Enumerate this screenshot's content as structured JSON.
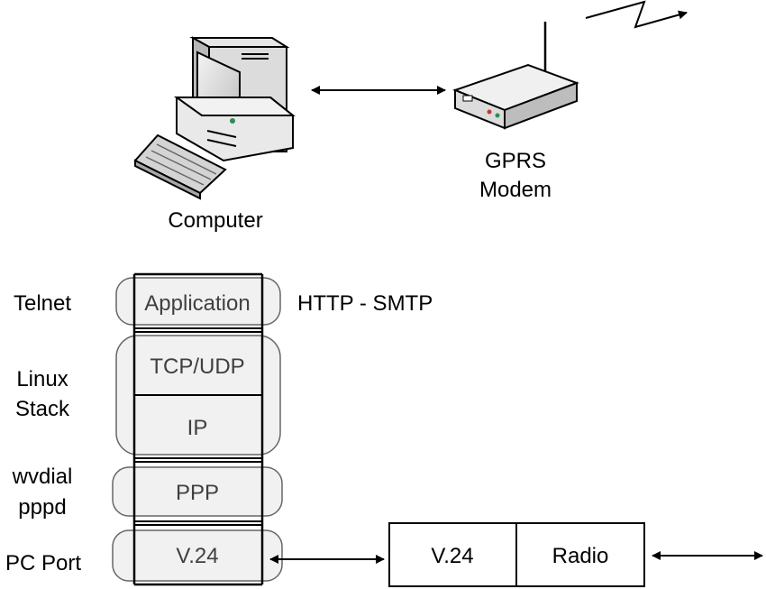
{
  "devices": {
    "computer_label": "Computer",
    "modem_label_line1": "GPRS",
    "modem_label_line2": "Modem"
  },
  "stack": {
    "layers": {
      "application": "Application",
      "tcp_udp": "TCP/UDP",
      "ip": "IP",
      "ppp": "PPP",
      "v24": "V.24"
    },
    "groups": {
      "telnet": "Telnet",
      "linux_line1": "Linux",
      "linux_line2": "Stack",
      "wvdial_line1": "wvdial",
      "wvdial_line2": "pppd",
      "pc_port": "PC Port"
    },
    "protocols_note": "HTTP - SMTP"
  },
  "modem_stack": {
    "v24": "V.24",
    "radio": "Radio"
  }
}
